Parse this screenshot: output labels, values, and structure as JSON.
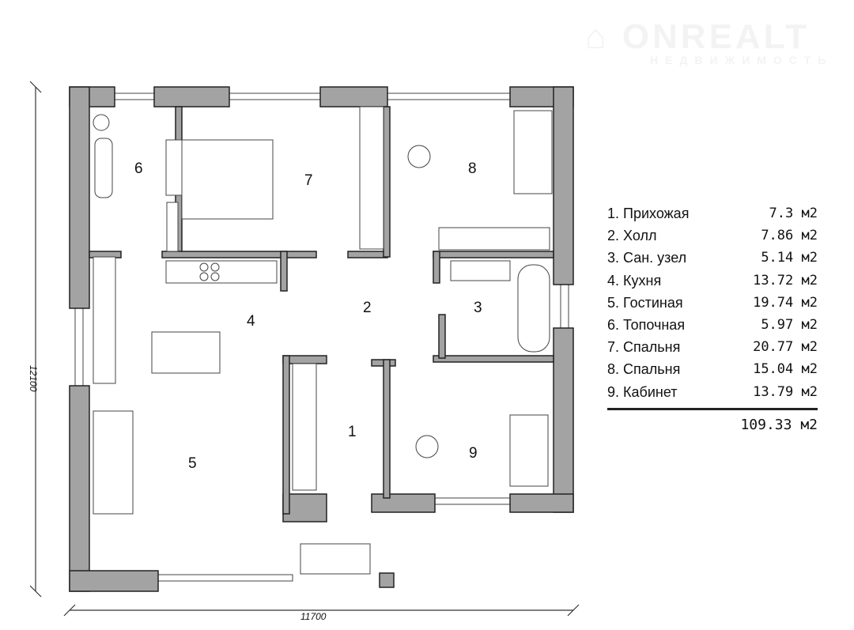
{
  "watermark": {
    "brand": "ONREALT",
    "subtitle": "НЕДВИЖИМОСТЬ"
  },
  "dimensions": {
    "height": "12100",
    "width": "11700"
  },
  "rooms": [
    {
      "num": "1",
      "name": "Прихожая",
      "area": "7.3",
      "unit": "м2"
    },
    {
      "num": "2",
      "name": "Холл",
      "area": "7.86",
      "unit": "м2"
    },
    {
      "num": "3",
      "name": "Сан. узел",
      "area": "5.14",
      "unit": "м2"
    },
    {
      "num": "4",
      "name": "Кухня",
      "area": "13.72",
      "unit": "м2"
    },
    {
      "num": "5",
      "name": "Гостиная",
      "area": "19.74",
      "unit": "м2"
    },
    {
      "num": "6",
      "name": "Топочная",
      "area": "5.97",
      "unit": "м2"
    },
    {
      "num": "7",
      "name": "Спальня",
      "area": "20.77",
      "unit": "м2"
    },
    {
      "num": "8",
      "name": "Спальня",
      "area": "15.04",
      "unit": "м2"
    },
    {
      "num": "9",
      "name": "Кабинет",
      "area": "13.79",
      "unit": "м2"
    }
  ],
  "total": {
    "area": "109.33",
    "unit": "м2"
  }
}
